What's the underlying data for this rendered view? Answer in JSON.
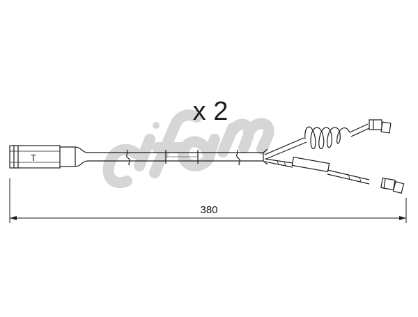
{
  "drawing": {
    "quantity_label": "x 2",
    "length_label": "380",
    "connector_mark": "T"
  },
  "watermark": {
    "brand": "cifam",
    "color": "#d9d9d9"
  },
  "colors": {
    "line": "#1a1a1a",
    "background": "#ffffff"
  }
}
